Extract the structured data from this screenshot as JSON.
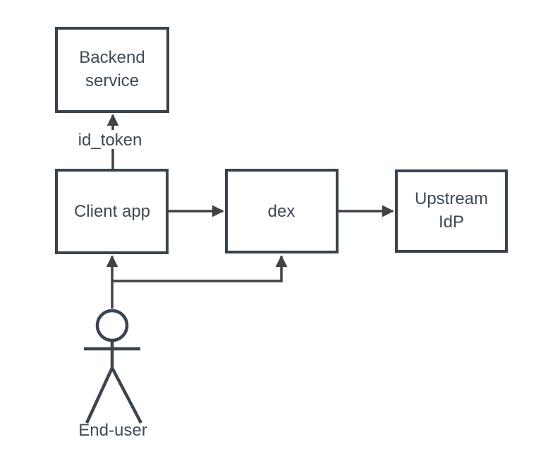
{
  "diagram": {
    "description": "dex authentication flow diagram",
    "colors": {
      "background": "#ffffff",
      "box_border": "#39434e",
      "box_fill": "#ffffff",
      "text": "#3e4a56",
      "arrow": "#404244",
      "actor": "#3a4551"
    },
    "nodes": {
      "backend": {
        "line1": "Backend",
        "line2": "service"
      },
      "client": {
        "label": "Client app"
      },
      "dex": {
        "label": "dex"
      },
      "upstream": {
        "line1": "Upstream",
        "line2": "IdP"
      }
    },
    "edges": {
      "id_token_label": "id_token"
    },
    "actor": {
      "label": "End-user"
    }
  }
}
